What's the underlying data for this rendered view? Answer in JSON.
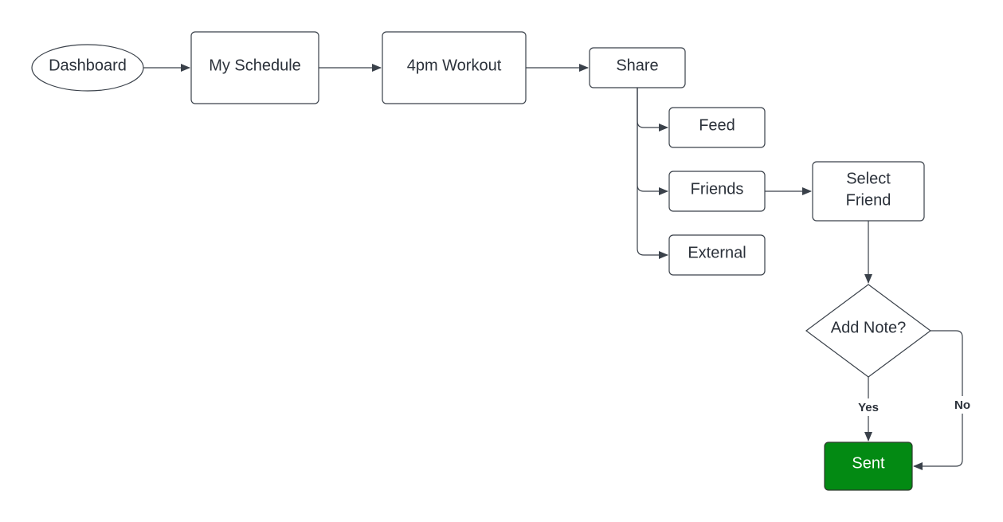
{
  "diagram": {
    "nodes": {
      "dashboard": {
        "label": "Dashboard",
        "shape": "ellipse"
      },
      "my_schedule": {
        "label": "My Schedule",
        "shape": "rounded-rect"
      },
      "workout": {
        "label": "4pm Workout",
        "shape": "rounded-rect"
      },
      "share": {
        "label": "Share",
        "shape": "rounded-rect"
      },
      "feed": {
        "label": "Feed",
        "shape": "rounded-rect"
      },
      "friends": {
        "label": "Friends",
        "shape": "rounded-rect"
      },
      "external": {
        "label": "External",
        "shape": "rounded-rect"
      },
      "select_friend": {
        "label_line1": "Select",
        "label_line2": "Friend",
        "shape": "rounded-rect"
      },
      "add_note": {
        "label": "Add Note?",
        "shape": "diamond"
      },
      "sent": {
        "label": "Sent",
        "shape": "rounded-rect",
        "fill_color": "#038a13",
        "text_color": "#ffffff"
      }
    },
    "edges": [
      {
        "from": "dashboard",
        "to": "my_schedule"
      },
      {
        "from": "my_schedule",
        "to": "workout"
      },
      {
        "from": "workout",
        "to": "share"
      },
      {
        "from": "share",
        "to": "feed"
      },
      {
        "from": "share",
        "to": "friends"
      },
      {
        "from": "share",
        "to": "external"
      },
      {
        "from": "friends",
        "to": "select_friend"
      },
      {
        "from": "select_friend",
        "to": "add_note"
      },
      {
        "from": "add_note",
        "to": "sent",
        "label": "Yes"
      },
      {
        "from": "add_note",
        "to": "sent",
        "label": "No"
      }
    ],
    "edge_labels": {
      "yes": "Yes",
      "no": "No"
    },
    "colors": {
      "stroke": "#3a414a",
      "text": "#2b313a",
      "sent_fill": "#038a13",
      "background": "#ffffff"
    }
  }
}
